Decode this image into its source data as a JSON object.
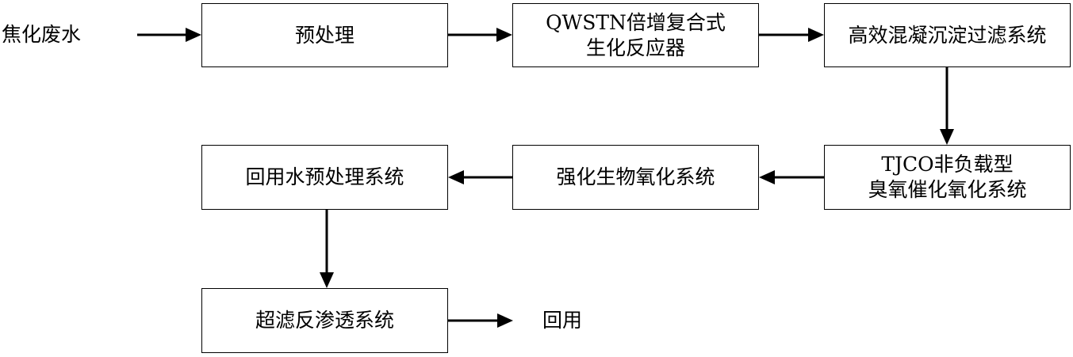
{
  "input_label": "焦化废水",
  "output_label": "回用",
  "boxes": {
    "pretreat": {
      "lines": [
        "预处理"
      ]
    },
    "qwstn": {
      "lines": [
        "QWSTN倍增复合式",
        "生化反应器"
      ]
    },
    "coag": {
      "lines": [
        "高效混凝沉淀过滤系统"
      ]
    },
    "tjco": {
      "lines": [
        "TJCO非负载型",
        "臭氧催化氧化系统"
      ]
    },
    "bio": {
      "lines": [
        "强化生物氧化系统"
      ]
    },
    "reuse_pre": {
      "lines": [
        "回用水预处理系统"
      ]
    },
    "uf_ro": {
      "lines": [
        "超滤反渗透系统"
      ]
    }
  }
}
